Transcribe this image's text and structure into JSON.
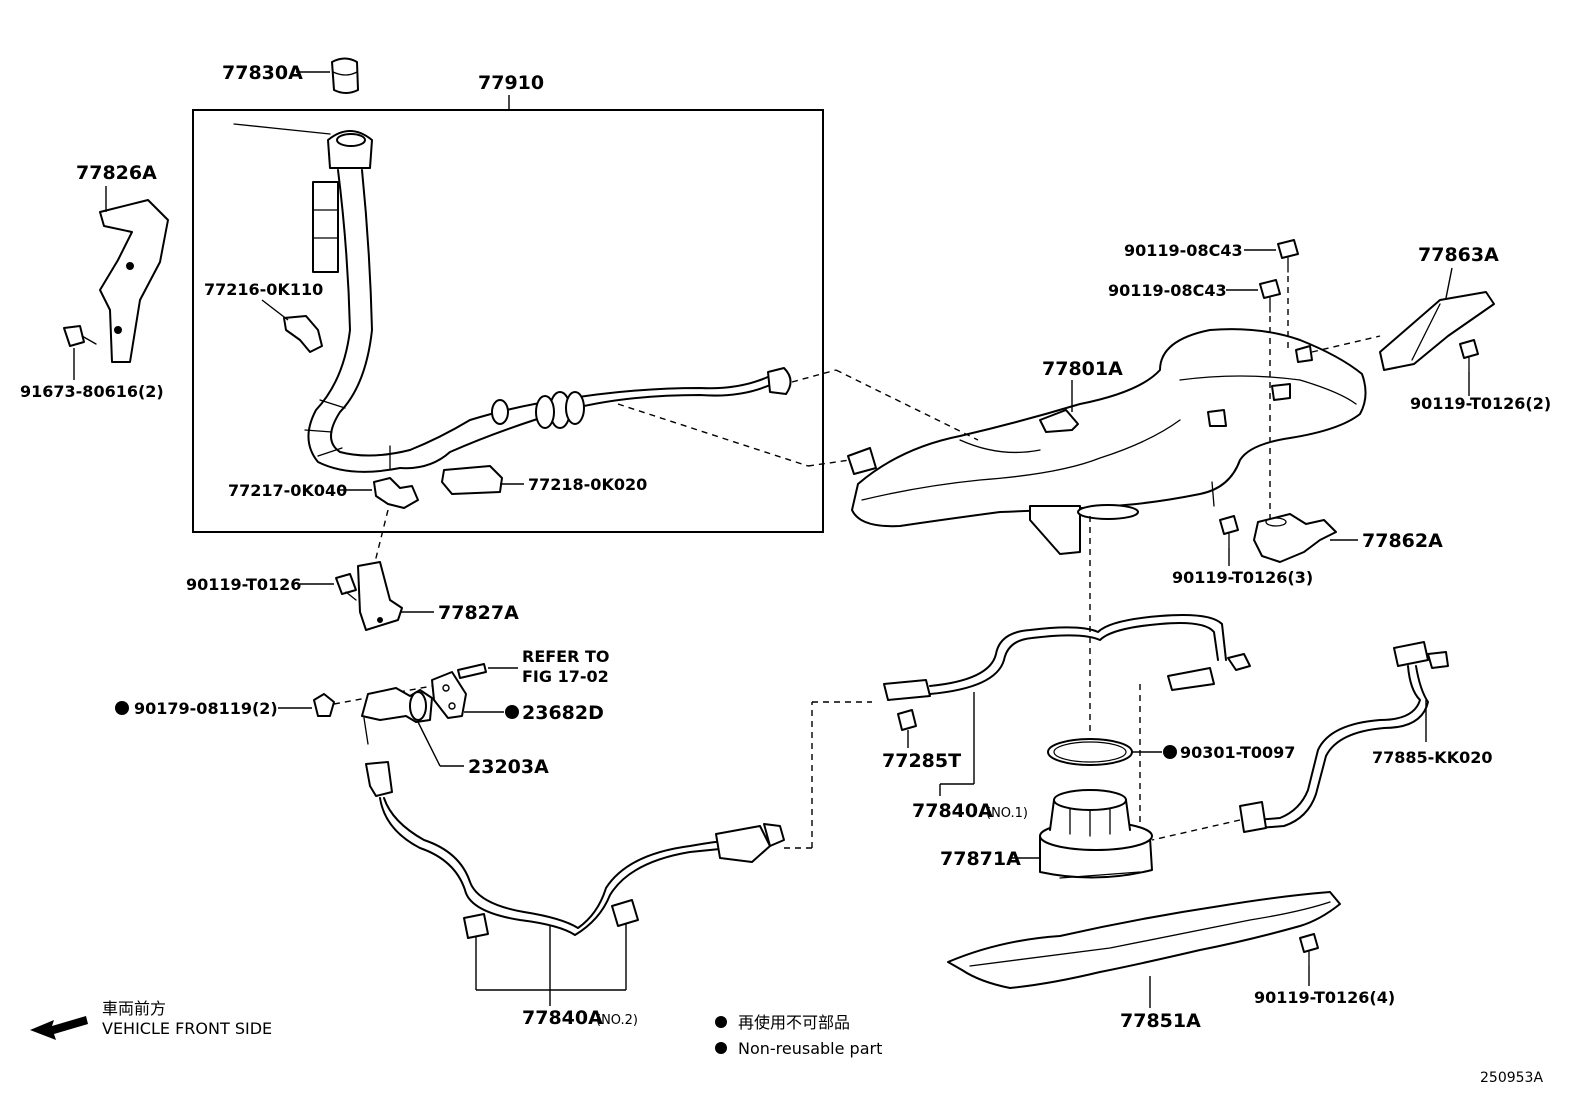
{
  "labels": {
    "p77830A": "77830A",
    "p77910": "77910",
    "p77826A": "77826A",
    "p91673": "91673-80616(2)",
    "p77216": "77216-0K110",
    "p77217": "77217-0K040",
    "p77218": "77218-0K020",
    "p90119_T0126": "90119-T0126",
    "p77827A": "77827A",
    "p90179": "90179-08119(2)",
    "refer1": "REFER TO",
    "refer2": "FIG 17-02",
    "p23682D": "23682D",
    "p23203A": "23203A",
    "p90119_08C43_a": "90119-08C43",
    "p90119_08C43_b": "90119-08C43",
    "p77863A": "77863A",
    "p90119_T0126_2": "90119-T0126(2)",
    "p77801A": "77801A",
    "p77862A": "77862A",
    "p90119_T0126_3": "90119-T0126(3)",
    "p90301": "90301-T0097",
    "p77285T": "77285T",
    "p77840A_no1": "77840A",
    "no1": "(NO.1)",
    "p77885": "77885-KK020",
    "p77871A": "77871A",
    "p77840A_no2": "77840A",
    "no2": "(NO.2)",
    "p90119_T0126_4": "90119-T0126(4)",
    "p77851A": "77851A"
  },
  "legend": {
    "front_jp": "車両前方",
    "front_en": "VEHICLE FRONT SIDE",
    "nonreuse_jp": "再使用不可部品",
    "nonreuse_en": "Non-reusable part"
  },
  "figure_id": "250953A"
}
